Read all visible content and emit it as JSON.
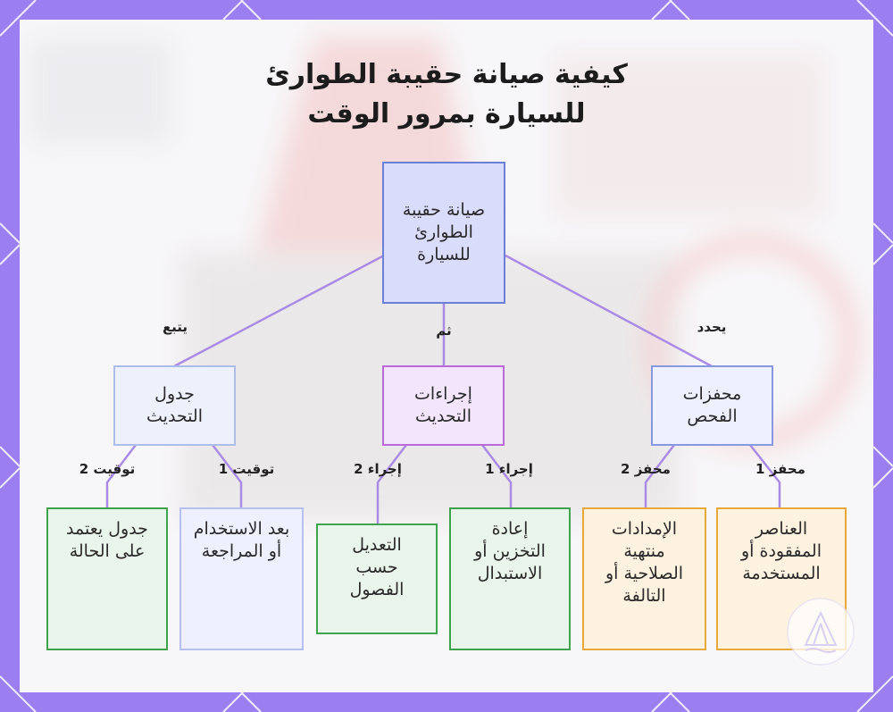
{
  "title": {
    "line1": "كيفية صيانة حقيبة الطوارئ",
    "line2": "للسيارة بمرور الوقت"
  },
  "nodes": {
    "root": "صيانة حقيبة الطوارئ للسيارة",
    "schedule": "جدول التحديث",
    "procedures": "إجراءات التحديث",
    "triggers": "محفزات الفحص",
    "schedule_condition": "جدول يعتمد على الحالة",
    "schedule_after_use": "بعد الاستخدام أو المراجعة",
    "proc_seasonal": "التعديل حسب الفصول",
    "proc_restore": "إعادة التخزين أو الاستبدال",
    "trig_expired": "الإمدادات منتهية الصلاحية أو التالفة",
    "trig_missing": "العناصر المفقودة أو المستخدمة"
  },
  "edge_labels": {
    "follows": "يتبع",
    "then": "ثم",
    "defines": "يحدد",
    "timing2": "توقيت 2",
    "timing1": "توقيت 1",
    "procedure2": "إجراء 2",
    "procedure1": "إجراء 1",
    "trigger2": "محفز 2",
    "trigger1": "محفز 1"
  },
  "colors": {
    "frame": "#9b7ff0",
    "connector": "#a98be6",
    "root_fill": "#d9ddfb",
    "green_border": "#3fa24d",
    "orange_border": "#e9a83a"
  },
  "icons": {
    "logo": "tent-logo-icon"
  }
}
